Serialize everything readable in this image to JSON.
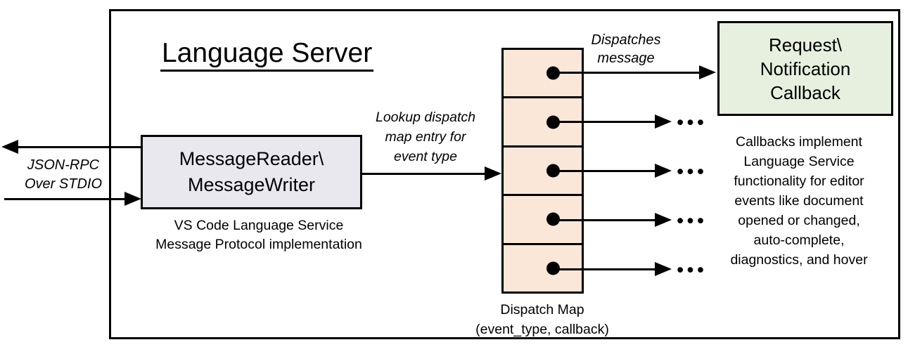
{
  "title": "Language Server",
  "io": {
    "label_line1": "JSON-RPC",
    "label_line2": "Over STDIO"
  },
  "reader": {
    "line1": "MessageReader\\",
    "line2": "MessageWriter",
    "caption_line1": "VS Code Language Service",
    "caption_line2": "Message Protocol implementation"
  },
  "lookup": {
    "line1": "Lookup dispatch",
    "line2": "map entry for",
    "line3": "event type"
  },
  "dispatches_label": {
    "line1": "Dispatches",
    "line2": "message"
  },
  "dispatch": {
    "caption_line1": "Dispatch Map",
    "caption_line2": "(event_type, callback)",
    "ellipsis": "•••",
    "row_count": 5
  },
  "callback": {
    "line1": "Request\\",
    "line2": "Notification",
    "line3": "Callback"
  },
  "note": {
    "lines": [
      "Callbacks implement",
      "Language Service",
      "functionality for editor",
      "events like document",
      "opened or changed,",
      "auto-complete,",
      "diagnostics, and hover"
    ]
  },
  "colors": {
    "reader_fill": "#E9E8EF",
    "map_fill": "#FBE7D8",
    "callback_fill": "#E7F0DF",
    "line": "#000000"
  }
}
